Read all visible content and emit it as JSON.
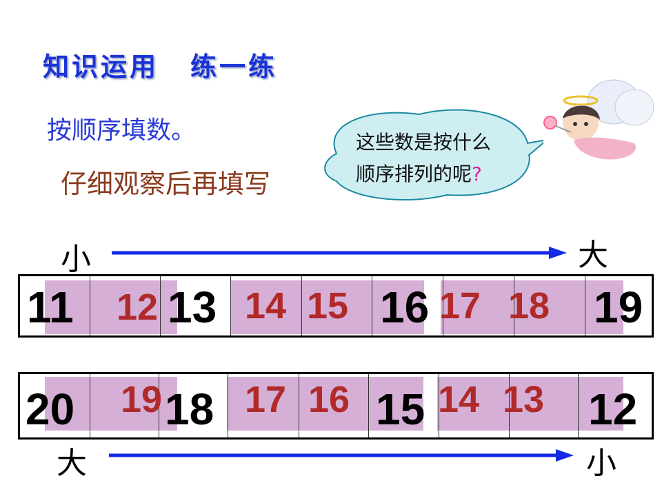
{
  "title": {
    "part1": "知识运用",
    "part2": "练一练"
  },
  "instruction": "按顺序填数。",
  "hint": "仔细观察后再填写",
  "bubble": {
    "line1": "这些数是按什么",
    "line2": "顺序排列的呢",
    "qmark": "?"
  },
  "row1": {
    "start_label": "小",
    "end_label": "大",
    "given": [
      "11",
      "13",
      "16",
      "19"
    ],
    "filled": [
      "12",
      "14",
      "15",
      "17",
      "18"
    ]
  },
  "row2": {
    "start_label": "大",
    "end_label": "小",
    "given": [
      "20",
      "18",
      "15",
      "12"
    ],
    "filled": [
      "19",
      "17",
      "16",
      "14",
      "13"
    ]
  },
  "colors": {
    "title": "#1a33d6",
    "arrow": "#1428e6",
    "fill_number": "#b02a2a",
    "highlight": "#d6afd6"
  },
  "icons": {
    "angel": "angel-icon",
    "arrow": "arrow-right-icon"
  }
}
